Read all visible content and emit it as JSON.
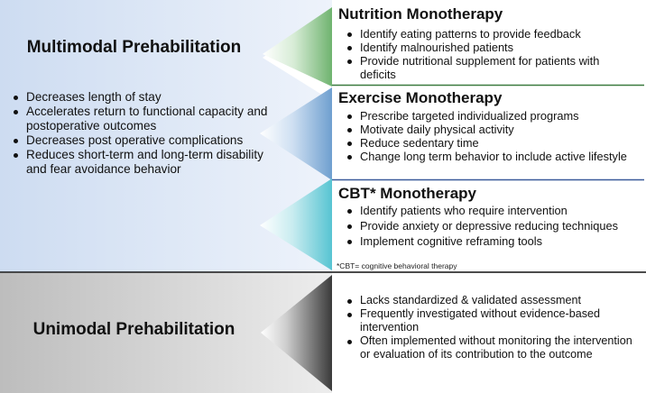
{
  "multimodal": {
    "title": "Multimodal Prehabilitation",
    "benefits": [
      "Decreases length of stay",
      "Accelerates return to functional capacity and postoperative outcomes",
      "Decreases post operative complications",
      "Reduces short-term and long-term disability and fear avoidance behavior"
    ]
  },
  "nutrition": {
    "title": "Nutrition Monotherapy",
    "items": [
      "Identify eating patterns to provide feedback",
      "Identify malnourished patients",
      "Provide nutritional supplement for patients with deficits"
    ]
  },
  "exercise": {
    "title": "Exercise Monotherapy",
    "items": [
      "Prescribe targeted individualized programs",
      "Motivate daily physical activity",
      "Reduce sedentary time",
      "Change long term behavior to include active lifestyle"
    ]
  },
  "cbt": {
    "title": "CBT* Monotherapy",
    "items": [
      "Identify patients who require intervention",
      "Provide anxiety or depressive reducing techniques",
      "Implement cognitive reframing tools"
    ],
    "footnote": "*CBT= cognitive behavioral therapy"
  },
  "unimodal": {
    "title": "Unimodal Prehabilitation",
    "limitations": [
      "Lacks standardized & validated assessment",
      "Frequently investigated without evidence-based intervention",
      "Often implemented without monitoring the intervention or evaluation of its contribution to the outcome"
    ]
  },
  "colors": {
    "multimodal_panel": "#dfe8f6",
    "nutrition_divider": "#3b7a3f",
    "exercise_divider": "#3a5a9a",
    "unimodal_panel": "#d2d2d2"
  }
}
